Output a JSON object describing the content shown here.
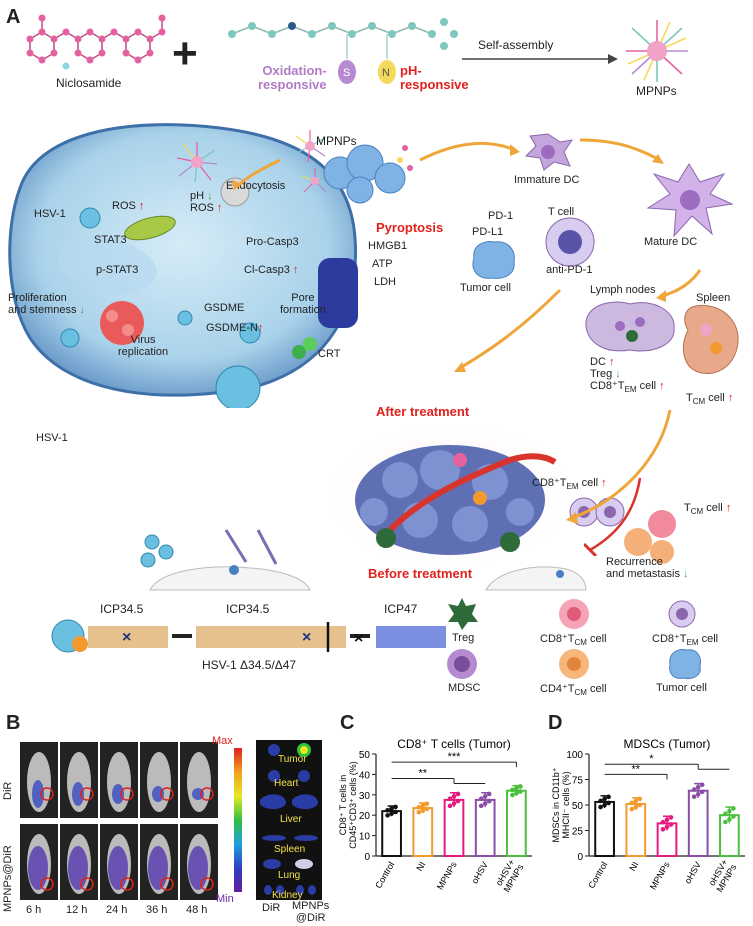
{
  "panelA": {
    "letter": "A",
    "niclosamide": "Niclosamide",
    "plus": "+",
    "self_assembly": "Self-assembly",
    "mpnps_top": "MPNPs",
    "ox_line1": "Oxidation-",
    "ox_line2": "responsive",
    "ph_line1": "pH-",
    "ph_line2": "responsive",
    "mpnps_mid": "MPNPs",
    "endocytosis": "Endocytosis",
    "hsv1_in": "HSV-1",
    "ros1": "ROS",
    "ph": "pH",
    "ros2": "ROS",
    "stat3": "STAT3",
    "pstat3": "p-STAT3",
    "pro_casp3": "Pro-Casp3",
    "cl_casp3": "Cl-Casp3",
    "gsdme": "GSDME",
    "gsdme_n": "GSDME-N",
    "prolif1": "Proliferation",
    "prolif2": "and stemness",
    "virus1": "Virus",
    "virus2": "replication",
    "hmgb1": "HMGB1",
    "atp": "ATP",
    "ldh": "LDH",
    "pore1": "Pore",
    "pore2": "formation",
    "crt": "CRT",
    "pyroptosis": "Pyroptosis",
    "immature_dc": "Immature DC",
    "mature_dc": "Mature DC",
    "pd1": "PD-1",
    "pdl1": "PD-L1",
    "tcell": "T cell",
    "anti_pd1": "anti-PD-1",
    "tumor_cell": "Tumor cell",
    "lymph": "Lymph nodes",
    "spleen": "Spleen",
    "dc": "DC",
    "treg_small": "Treg",
    "cd8_tem": "CD8⁺T",
    "em_sub": "EM",
    "cell": " cell",
    "tcm": "T",
    "cm_sub": "CM",
    "after": "After treatment",
    "before": "Before treatment",
    "hsv1_out": "HSV-1",
    "recurrence1": "Recurrence",
    "recurrence2": "and metastasis",
    "icp345a": "ICP34.5",
    "icp345b": "ICP34.5",
    "icp47": "ICP47",
    "construct": "HSV-1 Δ34.5/Δ47",
    "legend_treg": "Treg",
    "legend_mdsc": "MDSC",
    "legend_cd8tcm": "CD8⁺T",
    "legend_cd4tcm": "CD4⁺T",
    "legend_cd8tem": "CD8⁺T",
    "legend_tumor": "Tumor cell"
  },
  "panelB": {
    "letter": "B",
    "row1": "DiR",
    "row2": "MPNPs@DiR",
    "times": [
      "6 h",
      "12 h",
      "24 h",
      "36 h",
      "48 h"
    ],
    "max": "Max",
    "min": "Min",
    "organs": [
      "Tumor",
      "Heart",
      "Liver",
      "Spleen",
      "Lung",
      "Kidney"
    ],
    "col1": "DiR",
    "col2a": "MPNPs",
    "col2b": "@DiR"
  },
  "chart_data": [
    {
      "type": "bar",
      "panel": "C",
      "title": "CD8⁺ T cells (Tumor)",
      "ylabel_line1": "CD8⁺ T cells in",
      "ylabel_line2": "CD45⁺CD3⁺ cells (%)",
      "categories": [
        "Control",
        "NI",
        "MPNPs",
        "oHSV",
        "oHSV+ MPNPs"
      ],
      "values": [
        22,
        23.5,
        27.5,
        27.5,
        32
      ],
      "errors": [
        2.5,
        2.5,
        3.5,
        3.5,
        2.5
      ],
      "colors": [
        "#111111",
        "#f39a2e",
        "#e5197e",
        "#8b4ea6",
        "#4cbf3f"
      ],
      "ylim": [
        0,
        50
      ],
      "yticks": [
        0,
        10,
        20,
        30,
        40,
        50
      ],
      "significance": [
        "**",
        "***"
      ]
    },
    {
      "type": "bar",
      "panel": "D",
      "title": "MDSCs (Tumor)",
      "ylabel_line1": "MDSCs in CD11b⁺",
      "ylabel_line2": "MHCII⁻ cells (%)",
      "categories": [
        "Control",
        "NI",
        "MPNPs",
        "oHSV",
        "oHSV+ MPNPs"
      ],
      "values": [
        53,
        51,
        32,
        64,
        40
      ],
      "errors": [
        6,
        6,
        7,
        7,
        8
      ],
      "colors": [
        "#111111",
        "#f39a2e",
        "#e5197e",
        "#8b4ea6",
        "#4cbf3f"
      ],
      "ylim": [
        0,
        100
      ],
      "yticks": [
        0,
        25,
        50,
        75,
        100
      ],
      "significance": [
        "**",
        "*"
      ]
    }
  ]
}
